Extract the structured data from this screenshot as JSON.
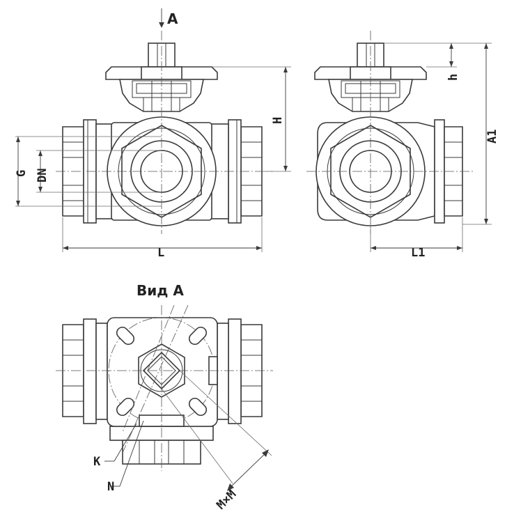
{
  "labels": {
    "view_arrow": "A",
    "g": "G",
    "dn": "DN",
    "h_big": "H",
    "h_small": "h",
    "l": "L",
    "l1": "L1",
    "a1": "A1",
    "view_title": "Вид A",
    "k": "K",
    "n": "N",
    "mxm": "M×M"
  }
}
